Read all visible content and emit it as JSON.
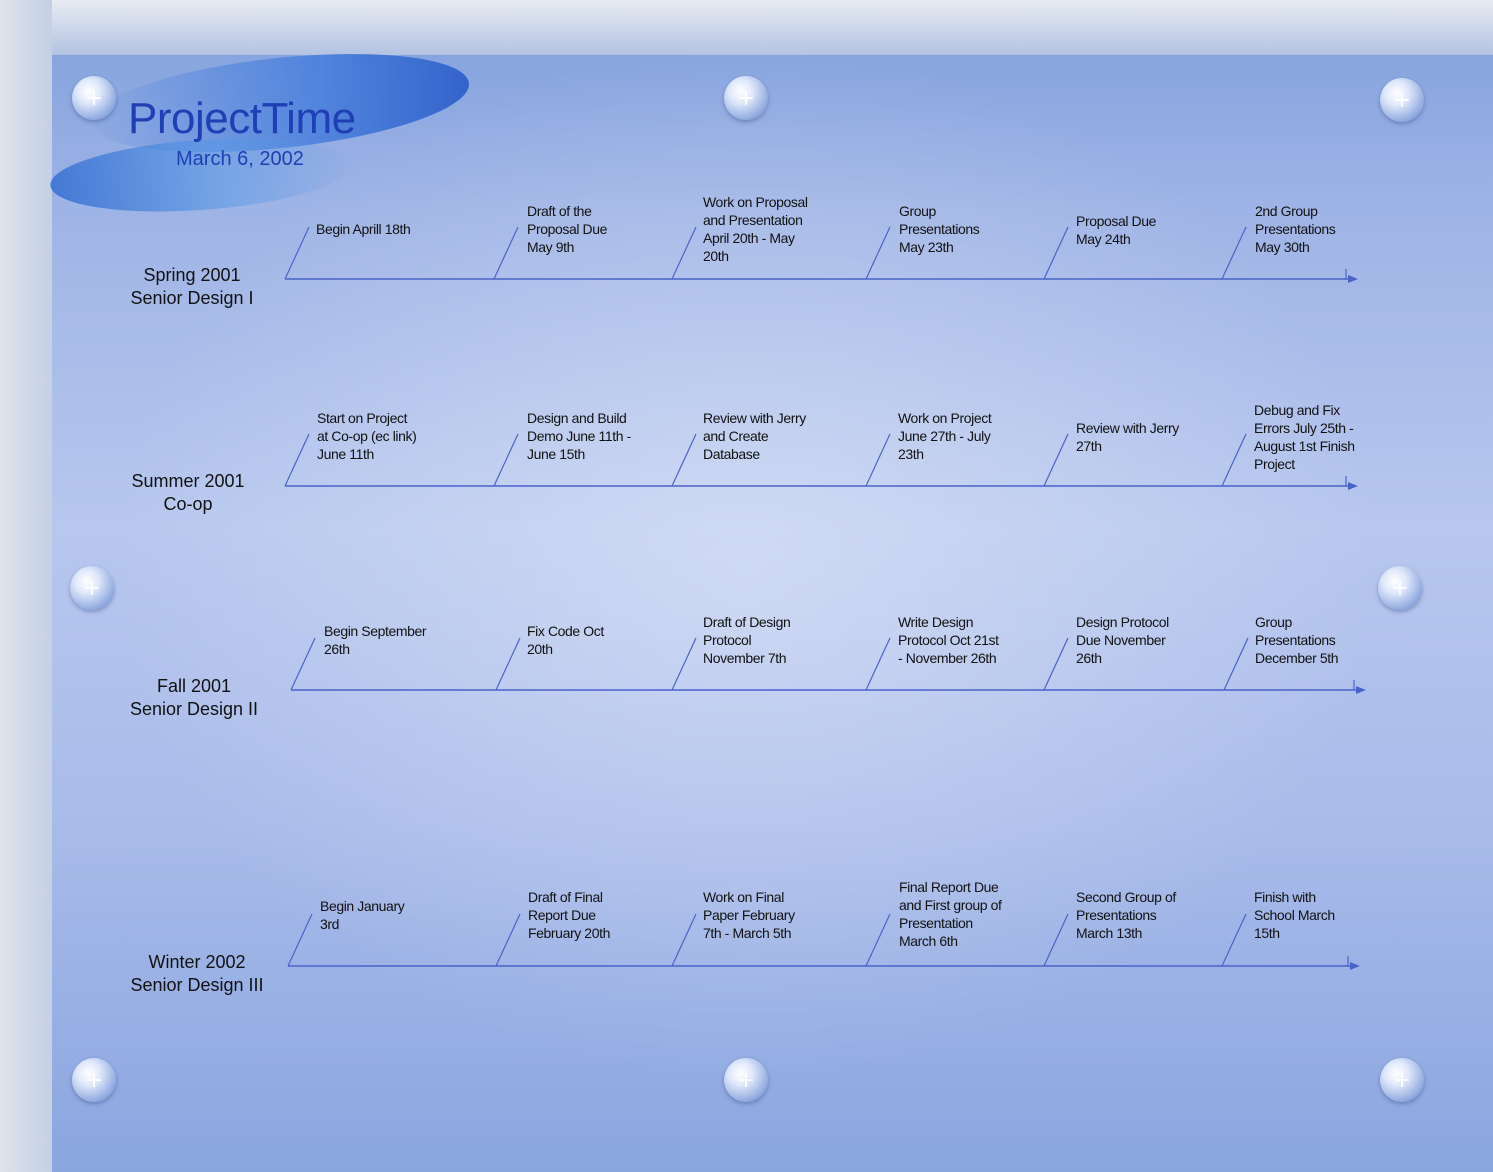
{
  "header": {
    "title": "ProjectTime",
    "date": "March 6, 2002"
  },
  "rows": [
    {
      "label_line1": "Spring 2001",
      "label_line2": "Senior Design I",
      "items": [
        {
          "text": "Begin Aprill 18th"
        },
        {
          "text": "Draft of the\nProposal Due\nMay 9th"
        },
        {
          "text": "Work on Proposal\nand Presentation\nApril 20th - May\n20th"
        },
        {
          "text": "Group\nPresentations\nMay 23th"
        },
        {
          "text": "Proposal Due\nMay 24th"
        },
        {
          "text": "2nd Group\nPresentations\nMay 30th"
        }
      ]
    },
    {
      "label_line1": "Summer 2001",
      "label_line2": "Co-op",
      "items": [
        {
          "text": "Start on Project\nat Co-op (ec link)\nJune 11th"
        },
        {
          "text": "Design and Build\nDemo June 11th -\nJune 15th"
        },
        {
          "text": "Review with Jerry\nand Create\nDatabase"
        },
        {
          "text": "Work on Project\nJune 27th - July\n23th"
        },
        {
          "text": "Review with Jerry\n27th"
        },
        {
          "text": "Debug and Fix\nErrors July 25th -\nAugust 1st Finish\nProject"
        }
      ]
    },
    {
      "label_line1": "Fall 2001",
      "label_line2": "Senior Design II",
      "items": [
        {
          "text": "Begin September\n26th"
        },
        {
          "text": "Fix Code Oct\n20th"
        },
        {
          "text": "Draft of Design\nProtocol\nNovember 7th"
        },
        {
          "text": "Write Design\nProtocol Oct 21st\n- November 26th"
        },
        {
          "text": "Design Protocol\nDue November\n26th"
        },
        {
          "text": "Group\nPresentations\nDecember 5th"
        }
      ]
    },
    {
      "label_line1": "Winter 2002",
      "label_line2": "Senior Design III",
      "items": [
        {
          "text": "Begin January\n3rd"
        },
        {
          "text": "Draft of Final\nReport Due\nFebruary 20th"
        },
        {
          "text": "Work on Final\nPaper February\n7th - March 5th"
        },
        {
          "text": "Final Report Due\nand First group of\nPresentation\nMarch 6th"
        },
        {
          "text": "Second Group of\nPresentations\nMarch 13th"
        },
        {
          "text": "Finish with\nSchool March\n15th"
        }
      ]
    }
  ],
  "colors": {
    "line": "#4a63c8",
    "title": "#1f3fb5",
    "text": "#111111"
  },
  "icons": {
    "pin": "plus-pin-icon"
  }
}
